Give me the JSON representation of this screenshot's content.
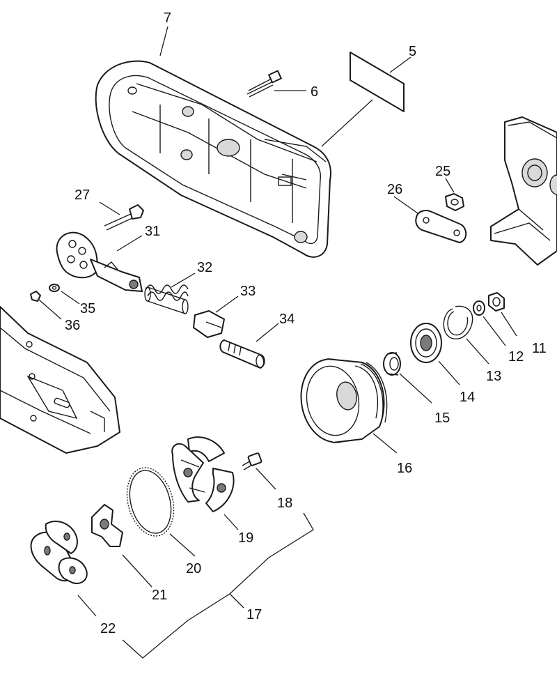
{
  "callouts": [
    {
      "id": "c7",
      "text": "7"
    },
    {
      "id": "c5",
      "text": "5"
    },
    {
      "id": "c6",
      "text": "6"
    },
    {
      "id": "c25",
      "text": "25"
    },
    {
      "id": "c26",
      "text": "26"
    },
    {
      "id": "c27",
      "text": "27"
    },
    {
      "id": "c31",
      "text": "31"
    },
    {
      "id": "c32",
      "text": "32"
    },
    {
      "id": "c33",
      "text": "33"
    },
    {
      "id": "c34",
      "text": "34"
    },
    {
      "id": "c35",
      "text": "35"
    },
    {
      "id": "c36",
      "text": "36"
    },
    {
      "id": "c11",
      "text": "11"
    },
    {
      "id": "c12",
      "text": "12"
    },
    {
      "id": "c13",
      "text": "13"
    },
    {
      "id": "c14",
      "text": "14"
    },
    {
      "id": "c15",
      "text": "15"
    },
    {
      "id": "c16",
      "text": "16"
    },
    {
      "id": "c17",
      "text": "17"
    },
    {
      "id": "c18",
      "text": "18"
    },
    {
      "id": "c19",
      "text": "19"
    },
    {
      "id": "c20",
      "text": "20"
    },
    {
      "id": "c21",
      "text": "21"
    },
    {
      "id": "c22",
      "text": "22"
    }
  ]
}
